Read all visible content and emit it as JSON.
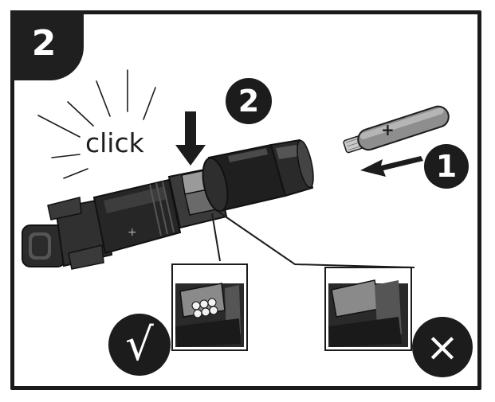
{
  "step_badge": "2",
  "click_label": "click",
  "markers": {
    "step_two": "2",
    "step_one": "1",
    "correct": "√",
    "incorrect": "×"
  },
  "cable_polarity": "+",
  "connector_polarity": "+",
  "colors": {
    "ink": "#1c1c1c",
    "body": "#2b2b2b",
    "highlight": "#8a8a8a",
    "background": "#ffffff"
  }
}
